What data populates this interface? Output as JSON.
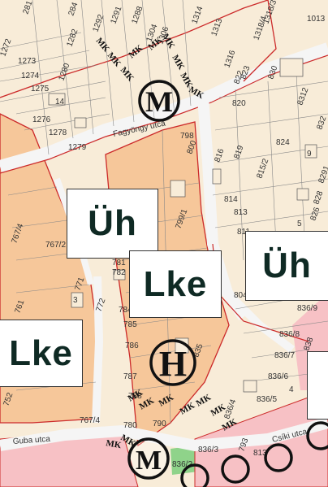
{
  "zones": [
    {
      "key": "uh1",
      "label": "Üh"
    },
    {
      "key": "uh2",
      "label": "Üh"
    },
    {
      "key": "lke1",
      "label": "Lke"
    },
    {
      "key": "lke2",
      "label": "Lke"
    }
  ],
  "symbols": {
    "m_top": "M",
    "h_center": "H",
    "m_bottom": "M",
    "mk": "MK"
  },
  "streets": {
    "fagyongy": "Fagyöngy utca",
    "guba": "Guba utca",
    "csiki": "Csíki utca"
  },
  "parcels": [
    "281",
    "284",
    "1292",
    "1291",
    "1288",
    "1306",
    "1314",
    "1313",
    "1318/4",
    "1318/3",
    "1013",
    "1272",
    "1273",
    "1274",
    "1275",
    "1282",
    "1280",
    "1304",
    "1316",
    "822",
    "823",
    "830",
    "14",
    "1276",
    "1278",
    "1279",
    "820",
    "8312",
    "832",
    "824",
    "798",
    "800",
    "816",
    "819",
    "815/2",
    "9",
    "8291",
    "814",
    "813",
    "828",
    "826",
    "799/1",
    "811",
    "5",
    "767/4",
    "767/2",
    "771",
    "3",
    "781",
    "782",
    "804",
    "836/9",
    "761",
    "784",
    "772",
    "785",
    "786",
    "836/8",
    "836/7",
    "836/6",
    "836/5",
    "835",
    "838",
    "787",
    "788",
    "752",
    "767/4",
    "780",
    "790",
    "836/4",
    "836/3",
    "836/2",
    "793",
    "813",
    "4"
  ],
  "colors": {
    "background": "#f8ecd8",
    "residential": "#f6c79a",
    "pink": "#f7c1c5",
    "green": "#8fd38a",
    "red_line": "#cc2a2a",
    "road": "#f5f5f5"
  }
}
